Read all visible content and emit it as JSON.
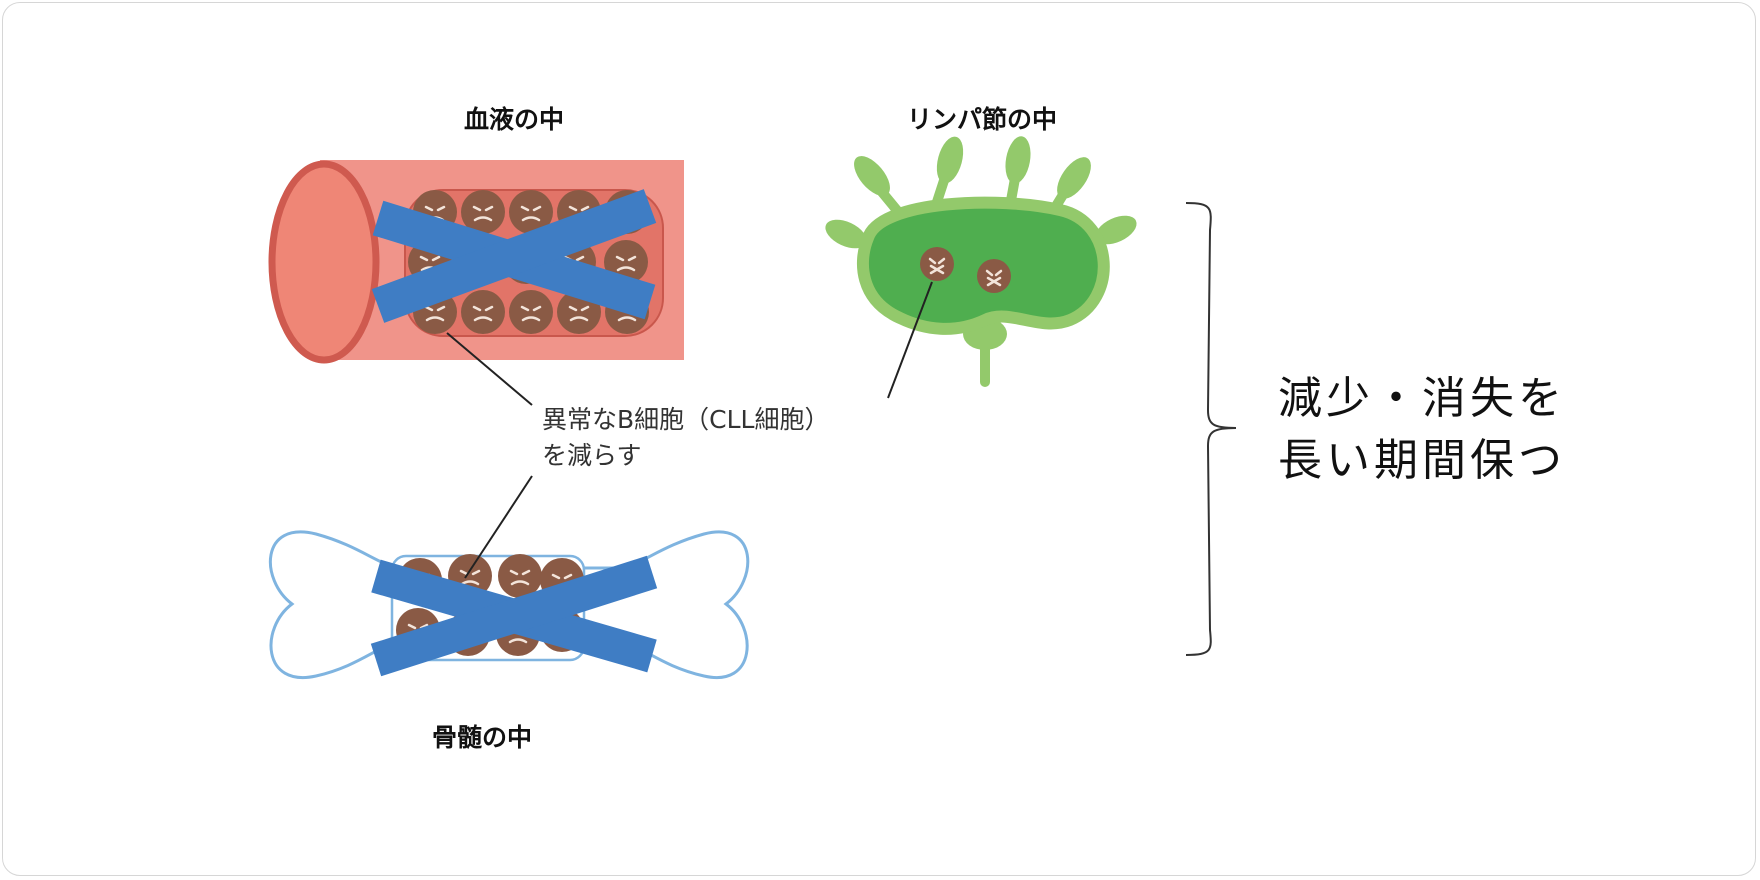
{
  "labels": {
    "blood": "血液の中",
    "lymph": "リンパ節の中",
    "marrow": "骨髄の中"
  },
  "callout": {
    "line1": "異常なB細胞（CLL細胞）",
    "line2": "を減らす"
  },
  "result": {
    "line1": "減少・消失を",
    "line2": "長い期間保つ"
  },
  "colors": {
    "vessel": "#f0948a",
    "vessel_edge": "#cf5a4f",
    "cell": "#8a5a45",
    "cross": "#3f7dc4",
    "lymph_inner": "#4fae4f",
    "lymph_outer": "#93c96b",
    "bone_edge": "#7fb4e0"
  }
}
